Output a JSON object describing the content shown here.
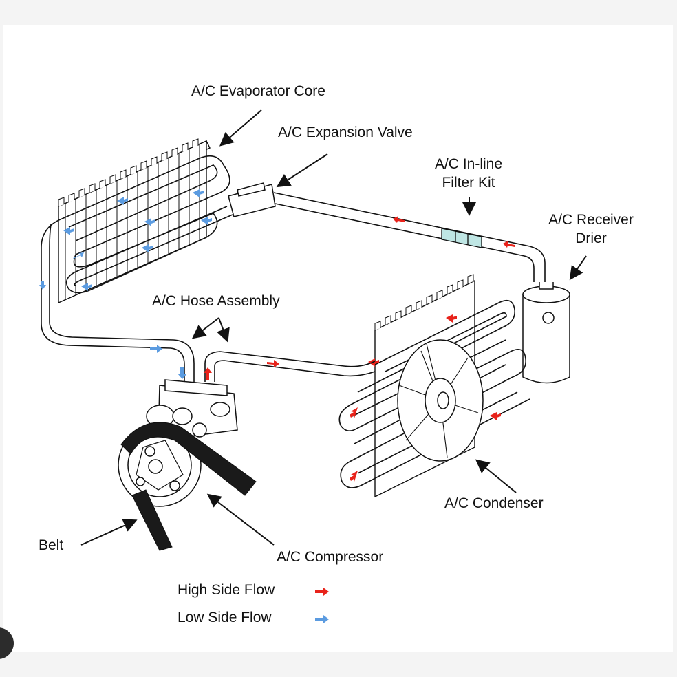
{
  "labels": {
    "evaporator": "A/C Evaporator Core",
    "expansion_valve": "A/C Expansion Valve",
    "inline_filter_line1": "A/C In-line",
    "inline_filter_line2": "Filter Kit",
    "receiver_line1": "A/C Receiver",
    "receiver_line2": "Drier",
    "hose_assembly": "A/C Hose Assembly",
    "condenser": "A/C Condenser",
    "belt": "Belt",
    "compressor": "A/C Compressor"
  },
  "legend": {
    "high_label": "High Side Flow",
    "low_label": "Low Side Flow"
  },
  "colors": {
    "high_side": "#e8231b",
    "low_side": "#5b9be0",
    "filter": "#bfe6e4",
    "line": "#111111"
  },
  "icons": [
    "arrow-right-icon",
    "fan-icon",
    "compressor-icon",
    "belt-icon"
  ]
}
